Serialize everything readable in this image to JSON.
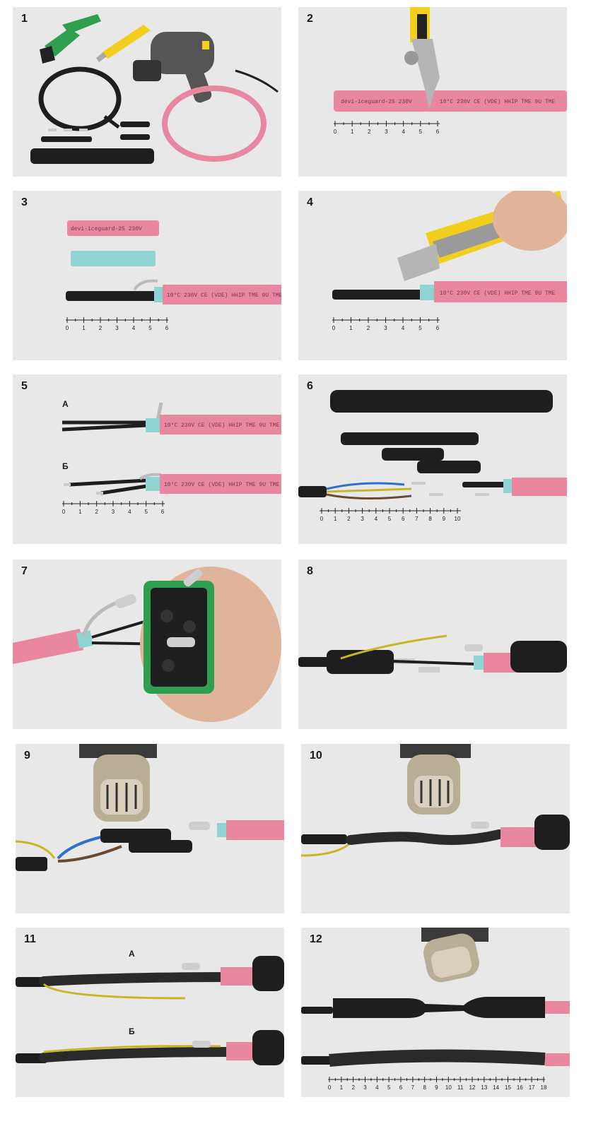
{
  "steps": [
    {
      "number": "1"
    },
    {
      "number": "2"
    },
    {
      "number": "3"
    },
    {
      "number": "4"
    },
    {
      "number": "5",
      "label_a": "А",
      "label_b": "Б"
    },
    {
      "number": "6"
    },
    {
      "number": "7"
    },
    {
      "number": "8"
    },
    {
      "number": "9"
    },
    {
      "number": "10"
    },
    {
      "number": "11",
      "label_a": "А",
      "label_b": "Б"
    },
    {
      "number": "12"
    }
  ],
  "cable_print": {
    "brand": "devi-iceguard-25 230V",
    "spec": "10°C 230V CE (VDE) HHIP TME 9U TME"
  },
  "rulers": {
    "short": [
      "0",
      "1",
      "2",
      "3",
      "4",
      "5",
      "6"
    ],
    "medium": [
      "0",
      "1",
      "2",
      "3",
      "4",
      "5",
      "6",
      "7",
      "8",
      "9",
      "10"
    ],
    "long": [
      "0",
      "1",
      "2",
      "3",
      "4",
      "5",
      "6",
      "7",
      "8",
      "9",
      "10",
      "11",
      "12",
      "13",
      "14",
      "15",
      "16",
      "17",
      "18"
    ]
  },
  "colors": {
    "panel_bg": "#e8e8e8",
    "cable_pink": "#e8879f",
    "cable_black": "#1e1e1e",
    "sleeve_cyan": "#8fd3d3",
    "tool_green": "#2f9e4f",
    "tool_yellow": "#f2cf1d"
  }
}
